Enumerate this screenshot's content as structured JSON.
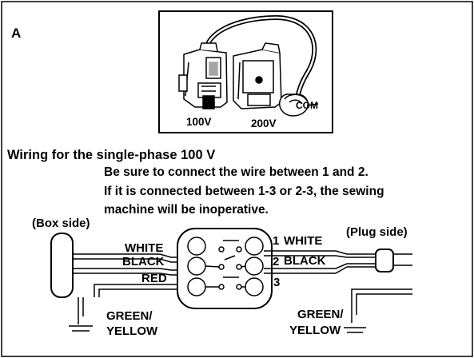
{
  "panel_label": "A",
  "photo": {
    "label_100v": "100V",
    "label_200v": "200V",
    "label_com": "COM"
  },
  "section_title": "Wiring for the single-phase 100 V",
  "notes": [
    "Be sure to connect the wire between 1 and 2.",
    "If it is connected between 1-3 or 2-3, the sewing",
    "machine will be inoperative."
  ],
  "box_side_label": "(Box side)",
  "plug_side_label": "(Plug side)",
  "box_wires": [
    "WHITE",
    "BLACK",
    "RED"
  ],
  "box_ground": [
    "GREEN/",
    "YELLOW"
  ],
  "terminals": [
    "1",
    "2",
    "3"
  ],
  "plug_wires": [
    "WHITE",
    "BLACK"
  ],
  "plug_ground": [
    "GREEN/",
    "YELLOW"
  ],
  "colors": {
    "ink": "#000000",
    "background": "#ffffff"
  }
}
